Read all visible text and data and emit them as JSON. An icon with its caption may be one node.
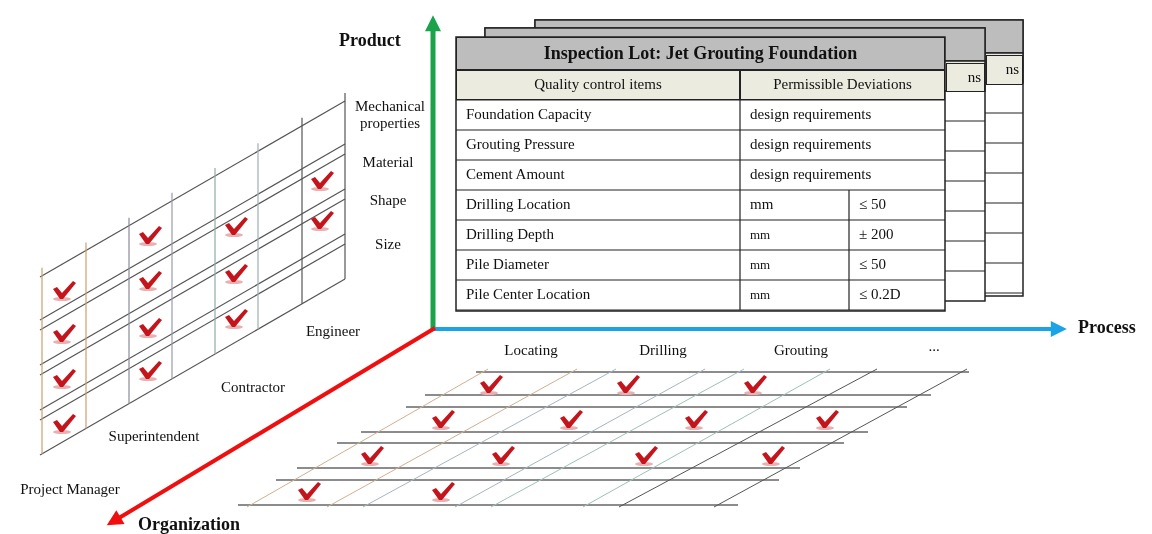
{
  "diagram": {
    "labels": [
      "Product",
      "Mechanical properties",
      "Material",
      "Shape",
      "Size",
      "Inspection Lot: Jet Grouting Foundation",
      "ns",
      "Quality control items",
      "Permissible Deviations",
      "ns",
      "Foundation Capacity",
      "design requirements",
      "Grouting Pressure",
      "design requirements",
      "Cement Amount",
      "design requirements",
      "Drilling Location",
      "mm",
      "≤ 50",
      "Drilling Depth",
      "mm",
      "± 200",
      "Pile Diameter",
      "mm",
      "≤ 50",
      "Pile Center Location",
      "mm",
      "≤ 0.2D",
      "Process",
      "Engineer",
      "Locating",
      "Drilling",
      "Grouting",
      "...",
      "Contractor",
      "Superintendent",
      "Project Manager",
      "Organization"
    ]
  }
}
